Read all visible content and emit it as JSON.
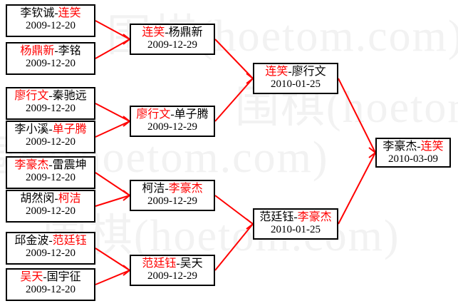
{
  "watermark": {
    "text": "围棋(hoetom.com)",
    "color": "#f2f2f2"
  },
  "colors": {
    "winner": "#ff0000",
    "loser": "#000000",
    "connector": "#ff0000",
    "box_border": "#000000",
    "background": "#ffffff"
  },
  "bracket": {
    "rounds": [
      {
        "name": "round-of-16",
        "matches": [
          {
            "left": "李钦诚",
            "right": "连笑",
            "winner": "right",
            "date": "2009-12-20"
          },
          {
            "left": "杨鼎新",
            "right": "李铭",
            "winner": "left",
            "date": "2009-12-20"
          },
          {
            "left": "廖行文",
            "right": "秦驰远",
            "winner": "left",
            "date": "2009-12-20"
          },
          {
            "left": "李小溪",
            "right": "单子腾",
            "winner": "right",
            "date": "2009-12-20"
          },
          {
            "left": "李豪杰",
            "right": "雷震坤",
            "winner": "left",
            "date": "2009-12-20"
          },
          {
            "left": "胡然闵",
            "right": "柯洁",
            "winner": "right",
            "date": "2009-12-20"
          },
          {
            "left": "邱金波",
            "right": "范廷钰",
            "winner": "right",
            "date": "2009-12-20"
          },
          {
            "left": "吴天",
            "right": "国宇征",
            "winner": "left",
            "date": "2009-12-20"
          }
        ]
      },
      {
        "name": "quarterfinals",
        "matches": [
          {
            "left": "连笑",
            "right": "杨鼎新",
            "winner": "left",
            "date": "2009-12-29"
          },
          {
            "left": "廖行文",
            "right": "单子腾",
            "winner": "left",
            "date": "2009-12-29"
          },
          {
            "left": "柯洁",
            "right": "李豪杰",
            "winner": "right",
            "date": "2009-12-29"
          },
          {
            "left": "范廷钰",
            "right": "吴天",
            "winner": "left",
            "date": "2009-12-29"
          }
        ]
      },
      {
        "name": "semifinals",
        "matches": [
          {
            "left": "连笑",
            "right": "廖行文",
            "winner": "left",
            "date": "2010-01-25"
          },
          {
            "left": "范廷钰",
            "right": "李豪杰",
            "winner": "right",
            "date": "2010-01-25"
          }
        ]
      },
      {
        "name": "final",
        "matches": [
          {
            "left": "李豪杰",
            "right": "连笑",
            "winner": "right",
            "date": "2010-03-09"
          }
        ]
      }
    ]
  }
}
